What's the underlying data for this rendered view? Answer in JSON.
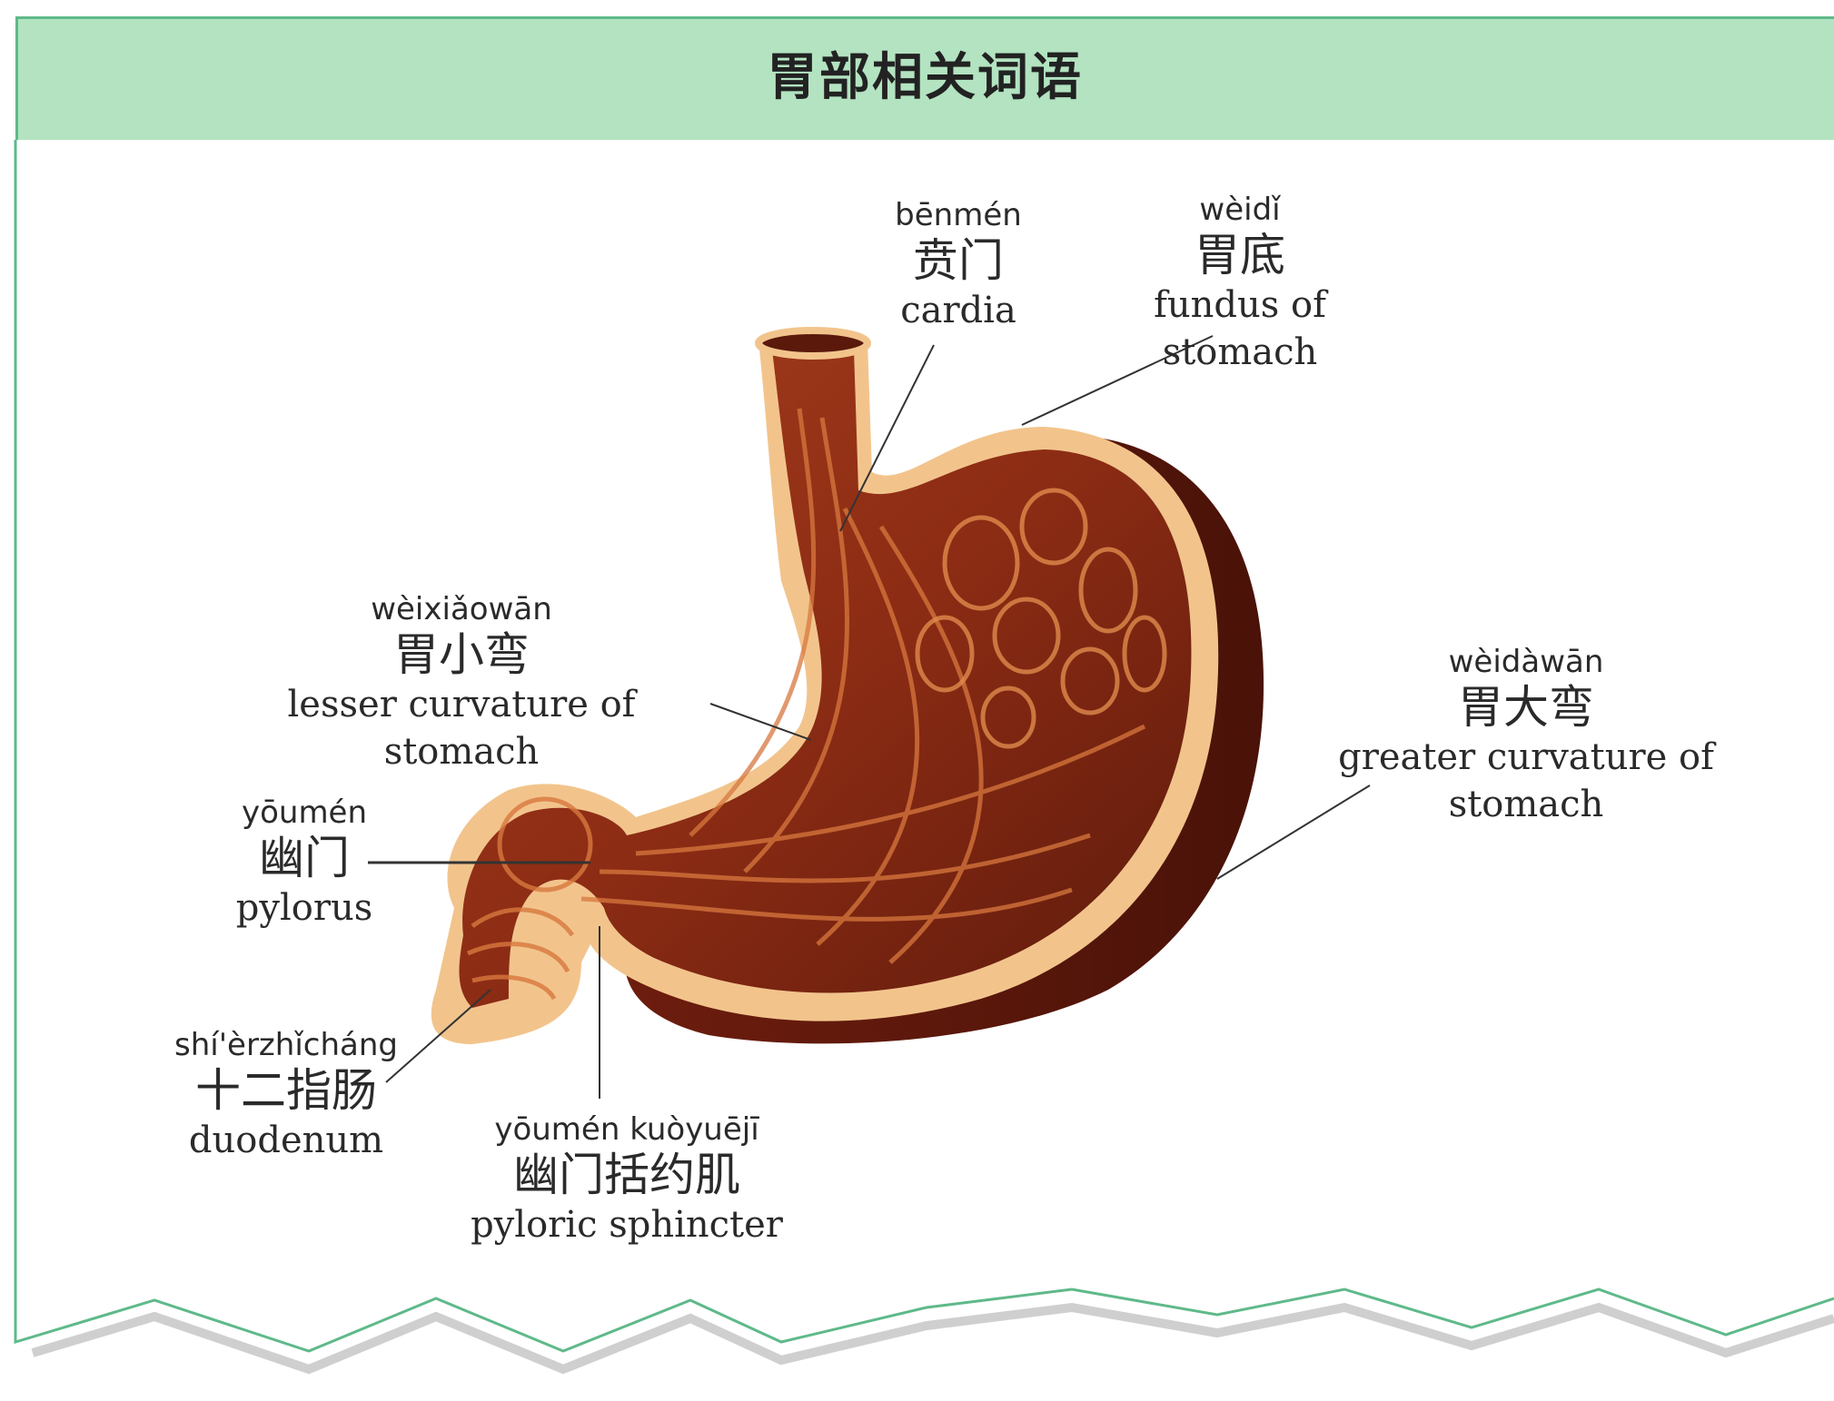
{
  "title": "胃部相关词语",
  "colors": {
    "header_bg": "#b3e3c1",
    "header_border": "#5fb98a",
    "stomach_outer": "#7a2412",
    "stomach_wall": "#f2c48c",
    "stomach_inner": "#8a2a14"
  },
  "labels": {
    "cardia": {
      "pinyin": "bēnmén",
      "chinese": "贲门",
      "english": "cardia"
    },
    "fundus": {
      "pinyin": "wèidǐ",
      "chinese": "胃底",
      "english": "fundus of stomach"
    },
    "lesser_curvature": {
      "pinyin": "wèixiǎowān",
      "chinese": "胃小弯",
      "english": "lesser curvature of stomach"
    },
    "greater_curvature": {
      "pinyin": "wèidàwān",
      "chinese": "胃大弯",
      "english": "greater curvature of stomach"
    },
    "pylorus": {
      "pinyin": "yōumén",
      "chinese": "幽门",
      "english": "pylorus"
    },
    "duodenum": {
      "pinyin": "shí'èrzhǐcháng",
      "chinese": "十二指肠",
      "english": "duodenum"
    },
    "pyloric_sphincter": {
      "pinyin": "yōumén kuòyuējī",
      "chinese": "幽门括约肌",
      "english": "pyloric sphincter"
    }
  }
}
